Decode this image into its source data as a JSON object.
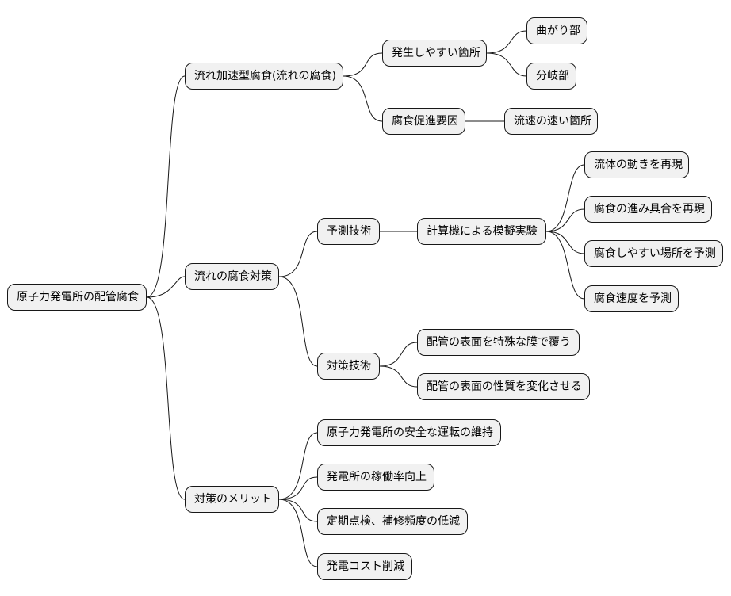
{
  "mindmap": {
    "root": "原子力発電所の配管腐食",
    "branch_flow_accel": {
      "label": "流れ加速型腐食(流れの腐食)",
      "prone_locations": {
        "label": "発生しやすい箇所",
        "items": [
          "曲がり部",
          "分岐部"
        ]
      },
      "promoting_factor": {
        "label": "腐食促進要因",
        "items": [
          "流速の速い箇所"
        ]
      }
    },
    "branch_countermeasures": {
      "label": "流れの腐食対策",
      "prediction": {
        "label": "予測技術",
        "simulation": {
          "label": "計算機による模擬実験",
          "items": [
            "流体の動きを再現",
            "腐食の進み具合を再現",
            "腐食しやすい場所を予測",
            "腐食速度を予測"
          ]
        }
      },
      "measures": {
        "label": "対策技術",
        "items": [
          "配管の表面を特殊な膜で覆う",
          "配管の表面の性質を変化させる"
        ]
      }
    },
    "branch_merits": {
      "label": "対策のメリット",
      "items": [
        "原子力発電所の安全な運転の維持",
        "発電所の稼働率向上",
        "定期点検、補修頻度の低減",
        "発電コスト削減"
      ]
    }
  }
}
